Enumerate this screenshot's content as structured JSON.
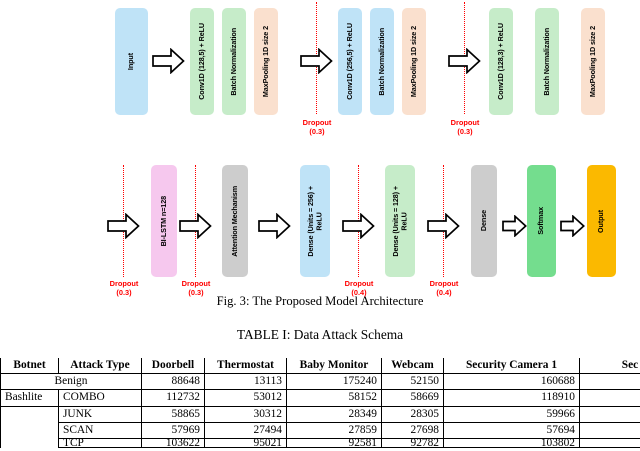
{
  "figure": {
    "caption": "Fig. 3: The Proposed Model Architecture",
    "row1": {
      "blocks": [
        {
          "label": "Input",
          "color": "#bfe3f7"
        },
        {
          "label": "Conv1D (128,5) + ReLU",
          "color": "#c6ecc9"
        },
        {
          "label": "Batch Normalization",
          "color": "#c6ecc9"
        },
        {
          "label": "MaxPooling 1D size 2",
          "color": "#fae0ce"
        },
        {
          "label": "Conv1D (256,5) + ReLU",
          "color": "#bfe3f7"
        },
        {
          "label": "Batch Normalization",
          "color": "#bfe3f7"
        },
        {
          "label": "MaxPooling 1D size 2",
          "color": "#fae0ce"
        },
        {
          "label": "Conv1D (128,3) + ReLU",
          "color": "#c6ecc9"
        },
        {
          "label": "Batch Normalization",
          "color": "#c6ecc9"
        },
        {
          "label": "MaxPooling 1D size 2",
          "color": "#fae0ce"
        }
      ],
      "dropouts": [
        "Dropout\n(0.3)",
        "Dropout\n(0.3)"
      ]
    },
    "row2": {
      "blocks": [
        {
          "label": "BI-LSTM  n=128",
          "color": "#f6c8ee"
        },
        {
          "label": "Attention Mechanism",
          "color": "#cdcdcd"
        },
        {
          "label": "Dense (Units = 256) +\nReLU",
          "color": "#bfe3f7"
        },
        {
          "label": "Dense (Units = 128) +\nReLU",
          "color": "#c6ecc9"
        },
        {
          "label": "Dense",
          "color": "#cdcdcd"
        },
        {
          "label": "Softmax",
          "color": "#74dd8e"
        },
        {
          "label": "Output",
          "color": "#fbb900"
        }
      ],
      "dropouts": [
        "Dropout\n(0.3)",
        "Dropout\n(0.3)",
        "Dropout\n(0.4)",
        "Dropout\n(0.4)"
      ]
    },
    "accent_dropout_color": "#ff0000"
  },
  "table": {
    "caption": "TABLE I: Data Attack Schema",
    "headers": [
      "Botnet",
      "Attack Type",
      "Doorbell",
      "Thermostat",
      "Baby Monitor",
      "Webcam",
      "Security Camera 1",
      "Sec"
    ],
    "rows": [
      {
        "botnet": "",
        "attack": "Benign",
        "merged": true,
        "doorbell": "88648",
        "thermostat": "13113",
        "baby_monitor": "175240",
        "webcam": "52150",
        "security_camera_1": "160688",
        "security_camera_2": ""
      },
      {
        "botnet": "Bashlite",
        "attack": "COMBO",
        "merged": false,
        "doorbell": "112732",
        "thermostat": "53012",
        "baby_monitor": "58152",
        "webcam": "58669",
        "security_camera_1": "118910",
        "security_camera_2": ""
      },
      {
        "botnet": "",
        "attack": "JUNK",
        "merged": false,
        "doorbell": "58865",
        "thermostat": "30312",
        "baby_monitor": "28349",
        "webcam": "28305",
        "security_camera_1": "59966",
        "security_camera_2": ""
      },
      {
        "botnet": "",
        "attack": "SCAN",
        "merged": false,
        "doorbell": "57969",
        "thermostat": "27494",
        "baby_monitor": "27859",
        "webcam": "27698",
        "security_camera_1": "57694",
        "security_camera_2": ""
      },
      {
        "botnet": "",
        "attack": "TCP",
        "merged": false,
        "doorbell": "103622",
        "thermostat": "95021",
        "baby_monitor": "92581",
        "webcam": "92782",
        "security_camera_1": "103802",
        "security_camera_2": ""
      }
    ]
  }
}
